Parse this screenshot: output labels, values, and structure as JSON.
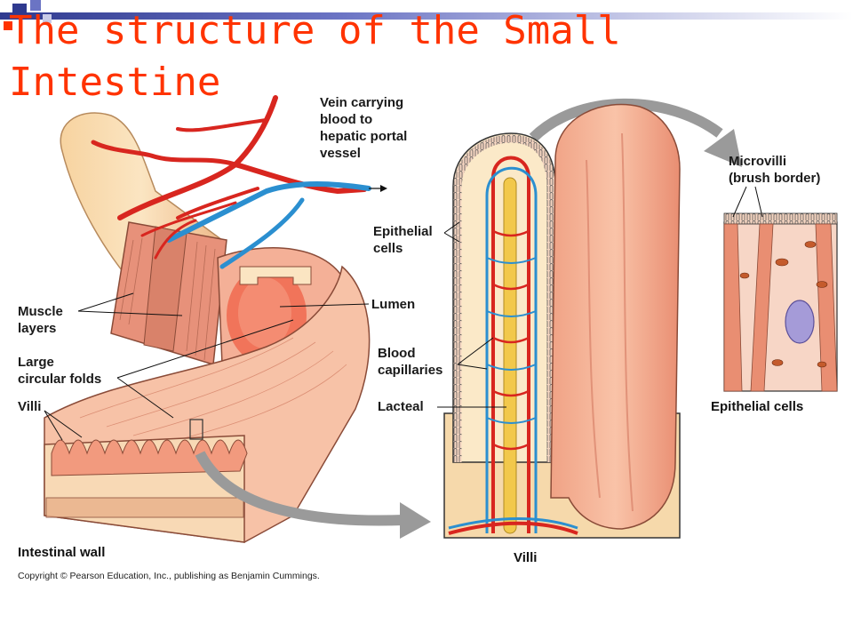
{
  "slide": {
    "title": "The structure of the Small Intestine",
    "colors": {
      "title": "#ff3300",
      "accent_bar": "#2f3a8f",
      "tissue": "#f2a98c",
      "muscle": "#d9826a",
      "artery": "#d8261f",
      "vein": "#2b8fd0",
      "lacteal": "#f2c84b",
      "arrow": "#9a9a9a"
    }
  },
  "labels": {
    "vein": "Vein carrying blood to hepatic portal vessel",
    "vein_lines": [
      "Vein carrying",
      "blood to",
      "hepatic portal",
      "vessel"
    ],
    "muscle_lines": [
      "Muscle",
      "layers"
    ],
    "folds_lines": [
      "Large",
      "circular folds"
    ],
    "villi_small": "Villi",
    "lumen": "Lumen",
    "epithelial_lines": [
      "Epithelial",
      "cells"
    ],
    "capillaries_lines": [
      "Blood",
      "capillaries"
    ],
    "lacteal": "Lacteal",
    "microvilli_lines": [
      "Microvilli",
      "(brush border)"
    ]
  },
  "captions": {
    "intestinal_wall": "Intestinal wall",
    "villi": "Villi",
    "epithelial_cells": "Epithelial cells"
  },
  "copyright": "Copyright © Pearson Education, Inc., publishing as Benjamin Cummings."
}
